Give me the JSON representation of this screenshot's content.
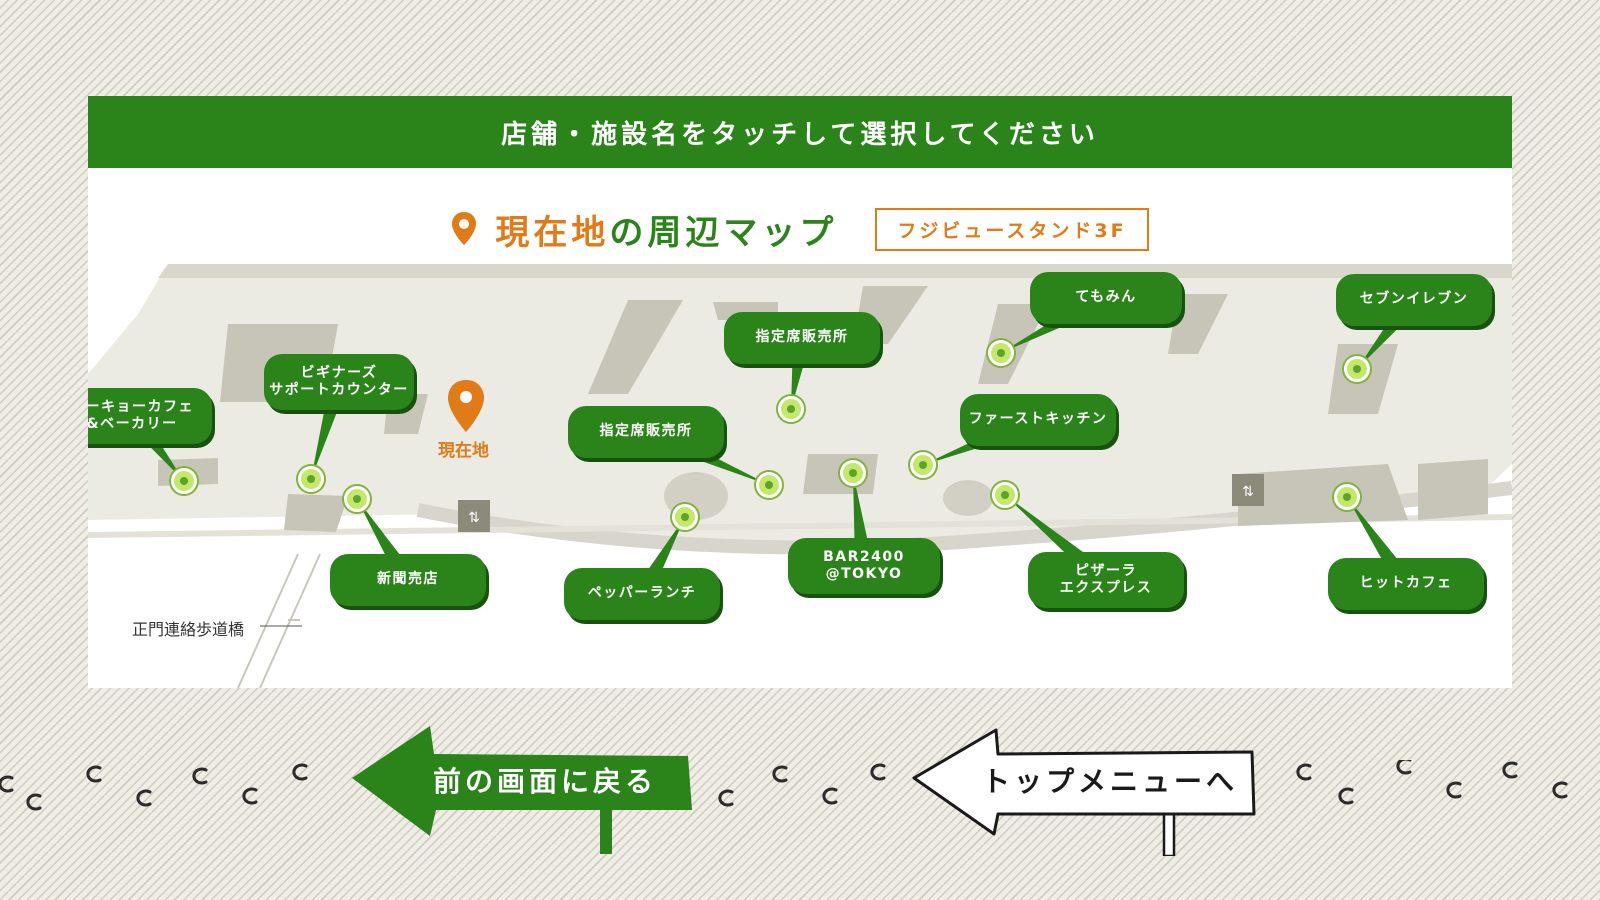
{
  "header": {
    "instruction": "店舗・施設名をタッチして選択してください"
  },
  "map": {
    "title_highlight": "現在地",
    "title_rest": "の周辺マップ",
    "floor": "フジビュースタンド3F",
    "current_location": "現在地",
    "bridge": "正門連絡歩道橋",
    "shops": [
      {
        "label": "トーキョーカフェ\n&ベーカリー"
      },
      {
        "label": "ビギナーズ\nサポートカウンター"
      },
      {
        "label": "新聞売店"
      },
      {
        "label": "指定席販売所"
      },
      {
        "label": "ペッパーランチ"
      },
      {
        "label": "指定席販売所"
      },
      {
        "label": "BAR2400\n@TOKYO"
      },
      {
        "label": "てもみん"
      },
      {
        "label": "ファーストキッチン"
      },
      {
        "label": "ピザーラ\nエクスプレス"
      },
      {
        "label": "セブンイレブン"
      },
      {
        "label": "ヒットカフェ"
      }
    ]
  },
  "nav": {
    "back": "前の画面に戻る",
    "top": "トップメニューへ"
  },
  "colors": {
    "brand_green": "#2a841a",
    "accent_orange": "#e07b18",
    "pin": "#c4e86a"
  }
}
